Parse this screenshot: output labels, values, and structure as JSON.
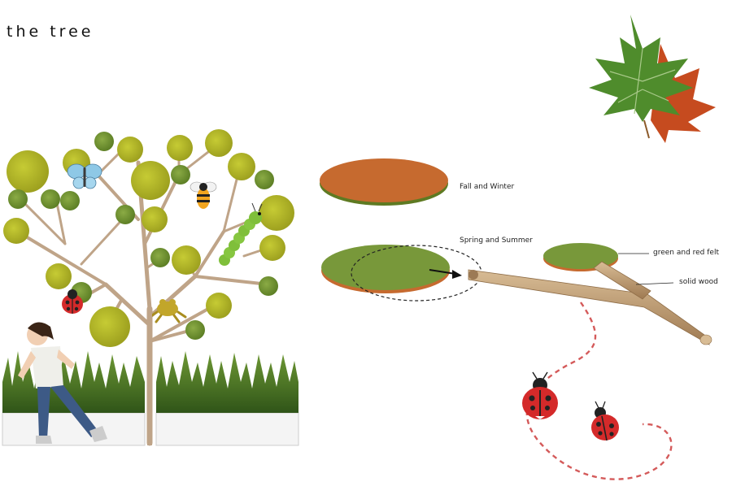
{
  "title": "the tree",
  "labels": {
    "fall_winter": "Fall and Winter",
    "spring_summer": "Spring and Summer",
    "felt": "green and red felt",
    "wood": "solid wood"
  },
  "colors": {
    "felt_green": "#7a9a3a",
    "felt_yellow": "#b9bf2a",
    "felt_orange": "#c8682e",
    "wood": "#c29f76",
    "ladybug_red": "#d42a2a",
    "path_dash": "#d45a5a"
  },
  "icons": [
    "maple-leaf-icon",
    "butterfly-icon",
    "bee-icon",
    "caterpillar-icon",
    "ladybug-icon",
    "frog-icon"
  ]
}
